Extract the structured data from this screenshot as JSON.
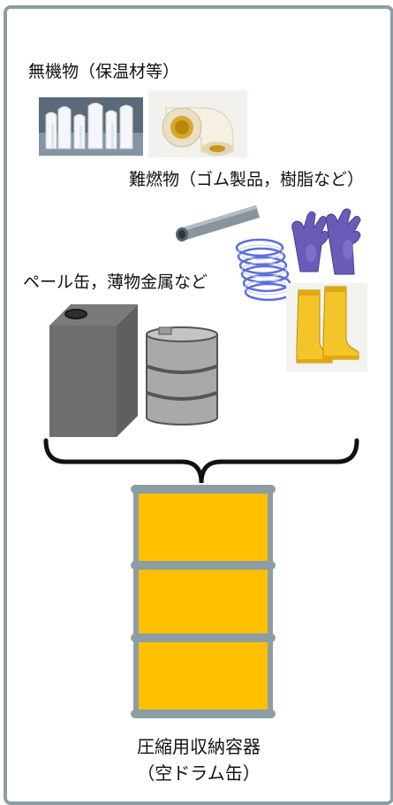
{
  "labels": {
    "inorganic": "無機物（保温材等）",
    "flame_retardant": "難燃物（ゴム製品，樹脂など）",
    "pail_cans": "ペール缶，薄物金属など",
    "container_line1": "圧縮用収納容器",
    "container_line2": "（空ドラム缶）"
  },
  "colors": {
    "frame_border": "#8c9ea3",
    "drum_fill": "#ffc000",
    "drum_rim": "#8c9ea3",
    "brace": "#111111"
  }
}
